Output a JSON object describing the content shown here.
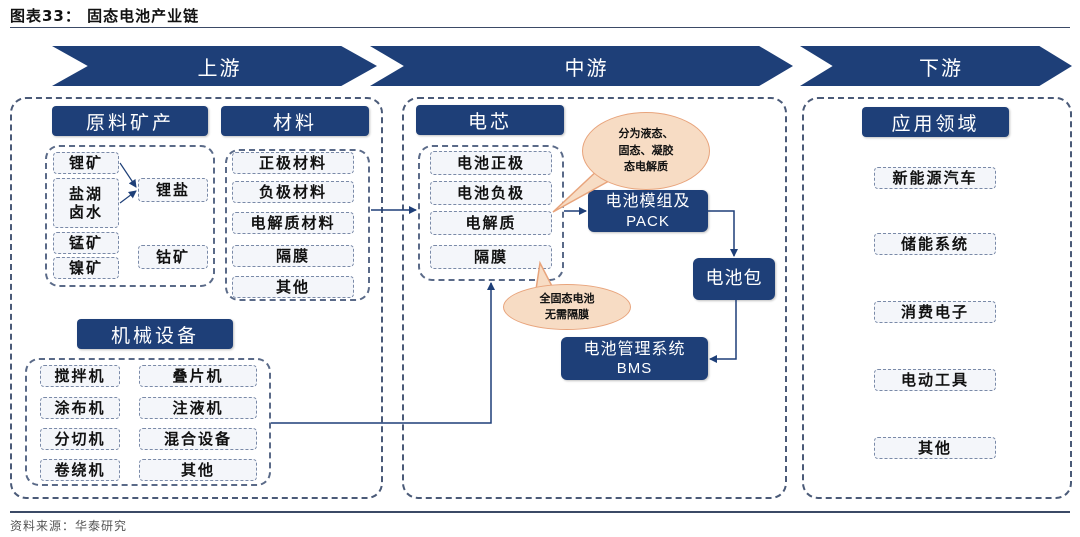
{
  "figure": {
    "title": "图表33：  固态电池产业链",
    "source": "资料来源：华泰研究"
  },
  "stages": [
    {
      "label": "上游"
    },
    {
      "label": "中游"
    },
    {
      "label": "下游"
    }
  ],
  "upstream": {
    "raw_minerals": {
      "header": "原料矿产",
      "items": [
        "锂矿",
        "盐湖卤水",
        "锰矿",
        "镍矿"
      ],
      "products": [
        "锂盐",
        "钴矿"
      ]
    },
    "materials": {
      "header": "材料",
      "items": [
        "正极材料",
        "负极材料",
        "电解质材料",
        "隔膜",
        "其他"
      ]
    },
    "equipment": {
      "header": "机械设备",
      "items_left": [
        "搅拌机",
        "涂布机",
        "分切机",
        "卷绕机"
      ],
      "items_right": [
        "叠片机",
        "注液机",
        "混合设备",
        "其他"
      ]
    }
  },
  "midstream": {
    "cell": {
      "header": "电芯",
      "items": [
        "电池正极",
        "电池负极",
        "电解质",
        "隔膜"
      ]
    },
    "module": {
      "line1": "电池模组及",
      "line2": "PACK"
    },
    "pack": {
      "label": "电池包"
    },
    "bms": {
      "line1": "电池管理系统",
      "line2": "BMS"
    },
    "callout_electrolyte": {
      "lines": [
        "分为液态、",
        "固态、凝胶",
        "态电解质"
      ]
    },
    "callout_separator": {
      "lines": [
        "全固态电池",
        "无需隔膜"
      ]
    }
  },
  "downstream": {
    "header": "应用领域",
    "items": [
      "新能源汽车",
      "储能系统",
      "消费电子",
      "电动工具",
      "其他"
    ]
  },
  "colors": {
    "navy": "#1e3f78",
    "callout_fill": "#f7dcc4",
    "callout_border": "#e8a47c"
  }
}
